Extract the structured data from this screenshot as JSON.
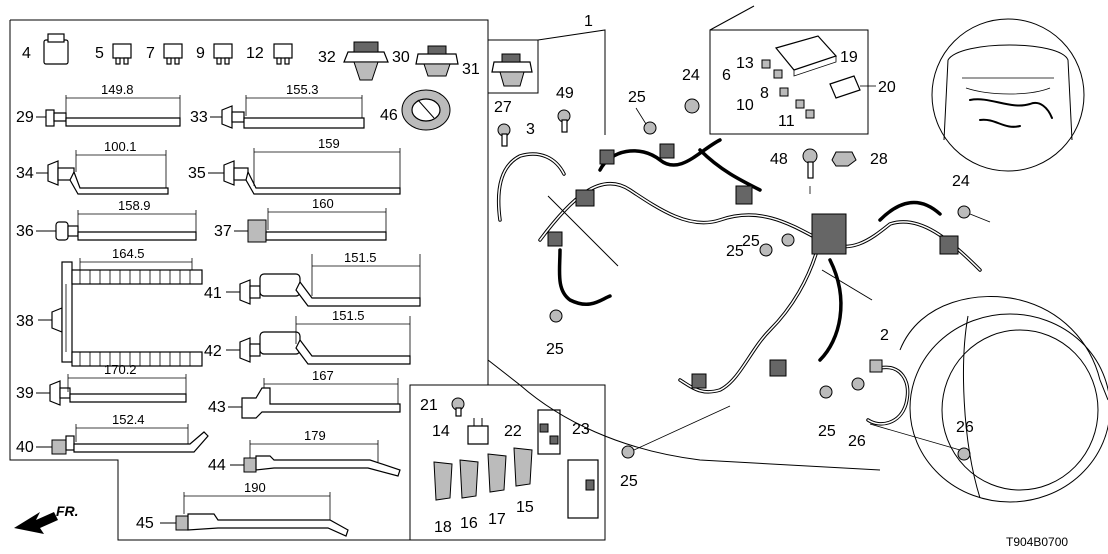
{
  "diagram_code": "T904B0700",
  "direction_label": "FR.",
  "callouts": {
    "p1": "1",
    "p2": "2",
    "p3": "3",
    "p4": "4",
    "p5": "5",
    "p6": "6",
    "p7": "7",
    "p8": "8",
    "p9": "9",
    "p10": "10",
    "p11": "11",
    "p12": "12",
    "p13": "13",
    "p14": "14",
    "p15": "15",
    "p16": "16",
    "p17": "17",
    "p18": "18",
    "p19": "19",
    "p20": "20",
    "p21": "21",
    "p22": "22",
    "p23": "23",
    "p24a": "24",
    "p24b": "24",
    "p25a": "25",
    "p25b": "25",
    "p25c": "25",
    "p25d": "25",
    "p25e": "25",
    "p25f": "25",
    "p26a": "26",
    "p26b": "26",
    "p27": "27",
    "p28": "28",
    "p29": "29",
    "p30": "30",
    "p31": "31",
    "p32": "32",
    "p33": "33",
    "p34": "34",
    "p35": "35",
    "p36": "36",
    "p37": "37",
    "p38": "38",
    "p39": "39",
    "p40": "40",
    "p41": "41",
    "p42": "42",
    "p43": "43",
    "p44": "44",
    "p45": "45",
    "p46": "46",
    "p48": "48",
    "p49": "49"
  },
  "dimensions": {
    "d29": "149.8",
    "d33": "155.3",
    "d34": "100.1",
    "d35": "159",
    "d36": "158.9",
    "d37": "160",
    "d38": "164.5",
    "d41": "151.5",
    "d42": "151.5",
    "d39": "170.2",
    "d43": "167",
    "d40": "152.4",
    "d44": "179",
    "d45": "190"
  }
}
